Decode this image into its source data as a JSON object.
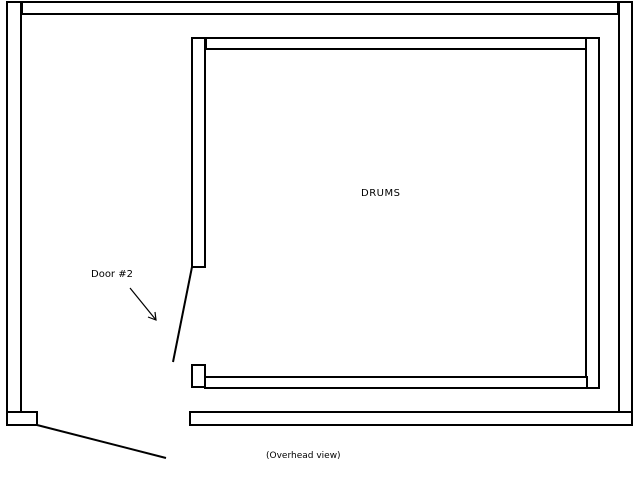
{
  "diagram": {
    "room_label": "DRUMS",
    "door_label": "Door #2",
    "caption": "(Overhead view)"
  },
  "colors": {
    "line": "#000000",
    "background": "#ffffff"
  }
}
